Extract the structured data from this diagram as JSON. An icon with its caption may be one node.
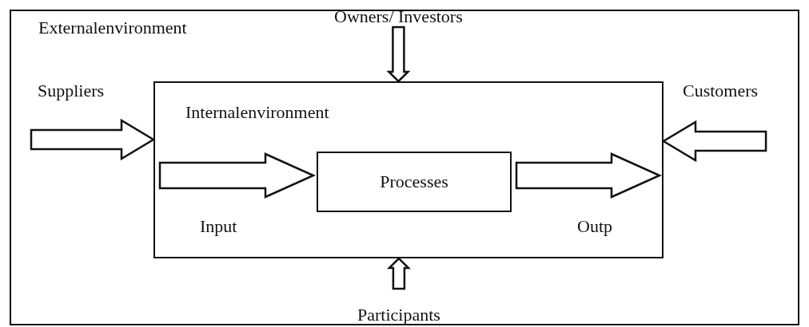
{
  "diagram": {
    "nodes": [
      {
        "text": [
          "Externalenvironment"
        ]
      },
      {
        "text": [
          "Owners/ Investors"
        ],
        "in": 0
      },
      {
        "text": [
          "Suppliers"
        ],
        "in": 0
      },
      {
        "text": [
          "Customers"
        ],
        "in": 0
      },
      {
        "text": [
          "Internalenvironment"
        ],
        "in": 0
      },
      {
        "text": [
          "Processes"
        ],
        "in": 4
      },
      {
        "text": [
          "Participants"
        ],
        "in": 0
      }
    ],
    "edges": [
      {
        "from": 1,
        "to": 4,
        "arrow": "to"
      },
      {
        "from": 2,
        "to": 4,
        "arrow": "to"
      },
      {
        "from": 3,
        "to": 4,
        "arrow": "to"
      },
      {
        "from": 6,
        "to": 4,
        "arrow": "to"
      },
      {
        "from": null,
        "to": 5,
        "arrow": "to",
        "label": "Input"
      },
      {
        "from": 5,
        "to": null,
        "arrow": "to",
        "label": "Outp"
      }
    ]
  }
}
